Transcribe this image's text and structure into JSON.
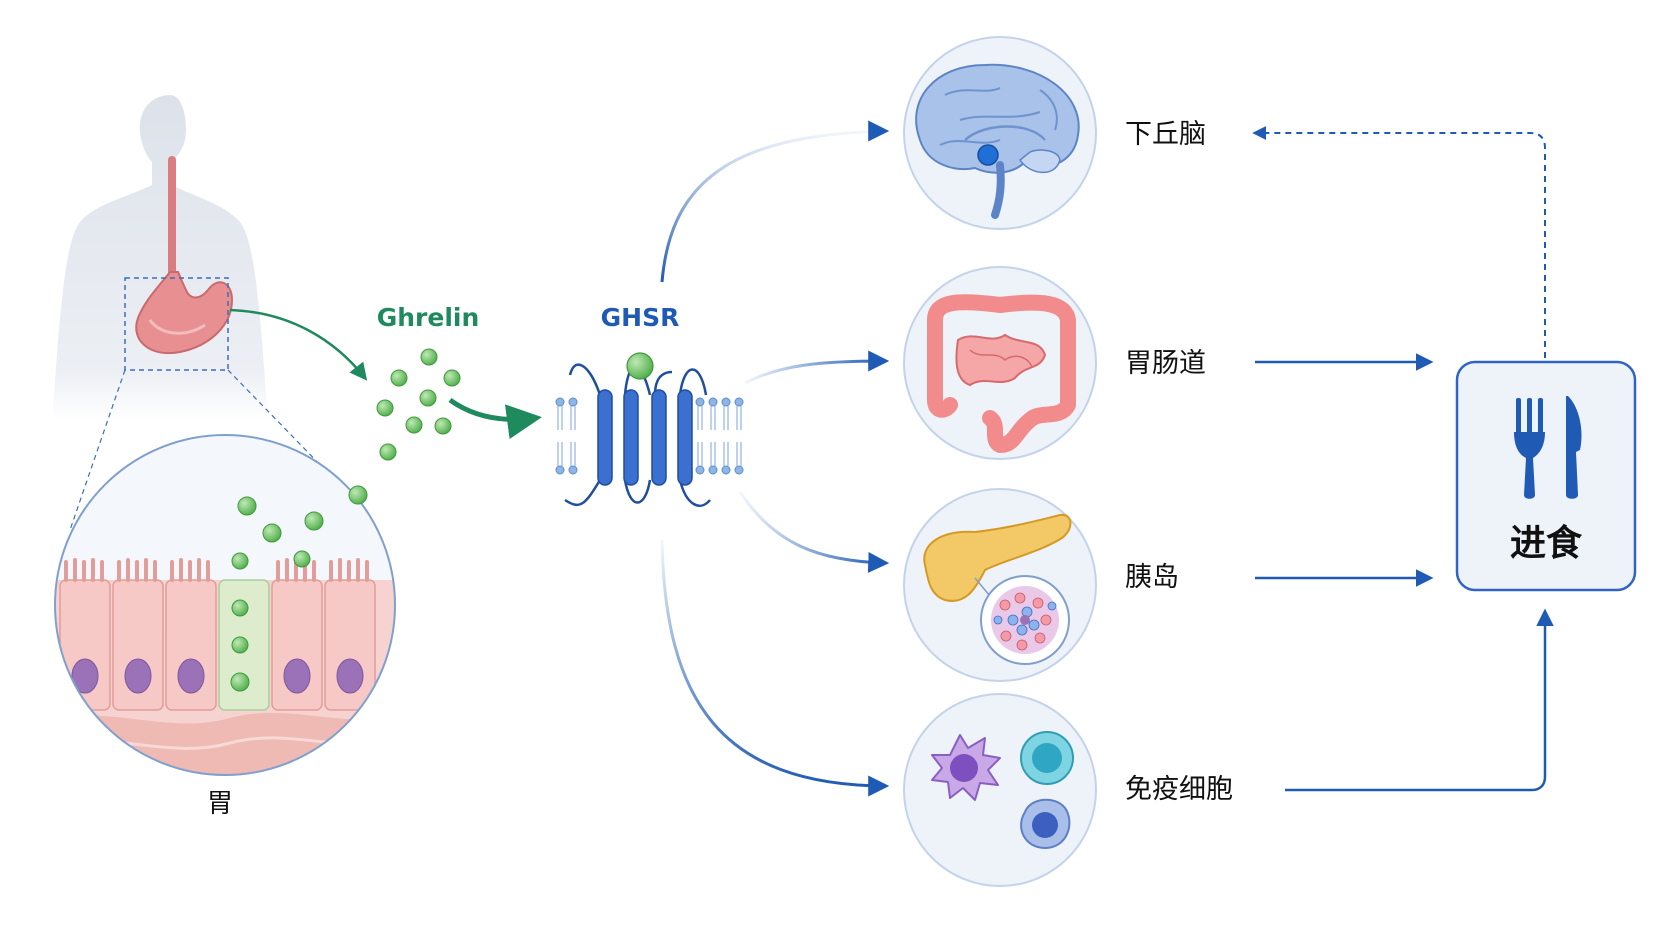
{
  "labels": {
    "stomach": "胃",
    "hormone": "Ghrelin",
    "receptor": "GHSR",
    "hypothalamus": "下丘脑",
    "gi_tract": "胃肠道",
    "islet": "胰岛",
    "immune": "免疫细胞",
    "feeding": "进食"
  },
  "colors": {
    "hormone_green": "#2e8b57",
    "arrow_blue": "#1f5bb5",
    "receptor_blue": "#2f63c4",
    "circle_bg": "#eef3fa"
  },
  "icons": {
    "feeding": "fork-knife-icon"
  }
}
